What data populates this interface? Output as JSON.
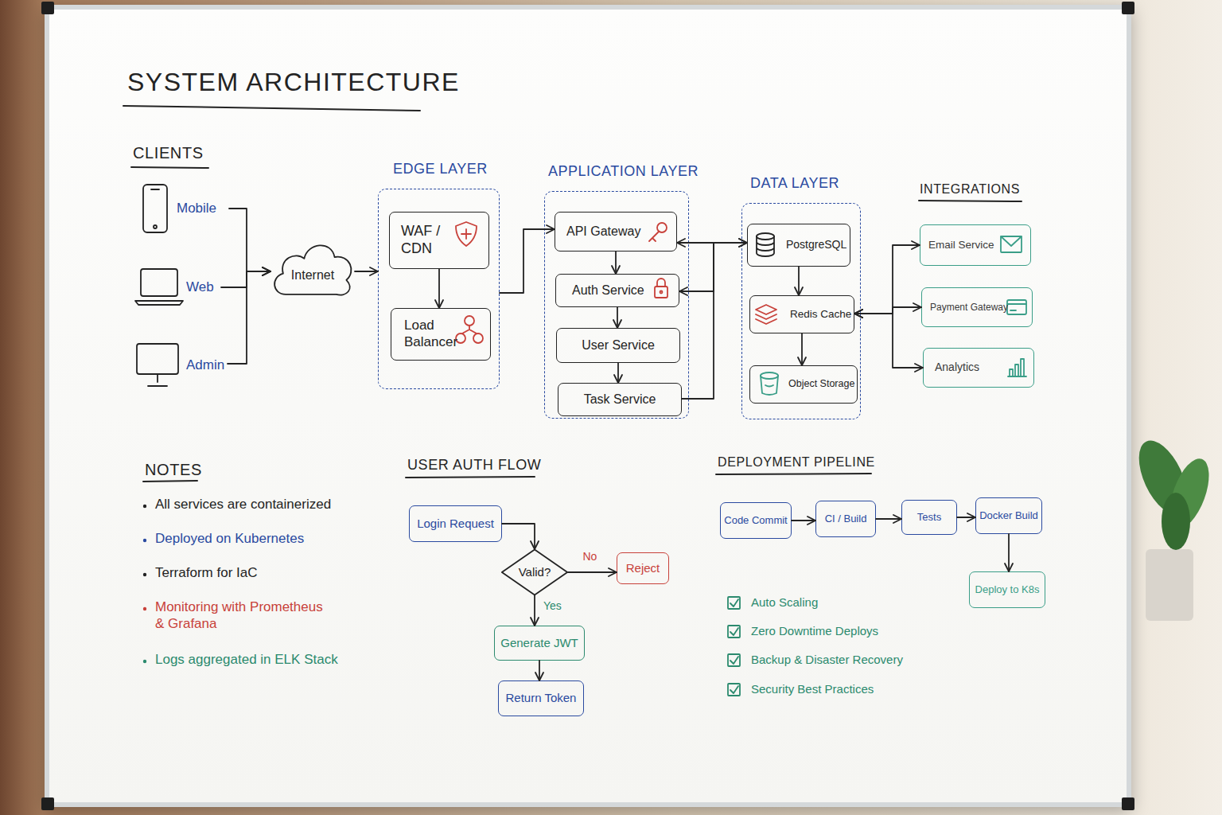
{
  "diagram": {
    "title": "SYSTEM ARCHITECTURE",
    "nodes": [
      {
        "text": [
          "Mobile"
        ]
      },
      {
        "text": [
          "Web"
        ]
      },
      {
        "text": [
          "Admin"
        ]
      },
      {
        "text": [
          "Internet"
        ]
      },
      {
        "text": [
          "EDGE LAYER"
        ]
      },
      {
        "text": [
          "WAF / CDN"
        ],
        "in": 4
      },
      {
        "text": [
          "Load Balancer"
        ],
        "in": 4
      },
      {
        "text": [
          "APPLICATION LAYER"
        ]
      },
      {
        "text": [
          "API Gateway"
        ],
        "in": 7
      },
      {
        "text": [
          "Auth Service"
        ],
        "in": 7
      },
      {
        "text": [
          "User Service"
        ],
        "in": 7
      },
      {
        "text": [
          "Task Service"
        ],
        "in": 7
      },
      {
        "text": [
          "DATA LAYER"
        ]
      },
      {
        "text": [
          "PostgreSQL"
        ],
        "in": 12
      },
      {
        "text": [
          "Redis Cache"
        ],
        "in": 12
      },
      {
        "text": [
          "Object Storage"
        ],
        "in": 12
      },
      {
        "text": [
          "Email Service"
        ]
      },
      {
        "text": [
          "Payment Gateway"
        ]
      },
      {
        "text": [
          "Analytics"
        ]
      },
      {
        "text": [
          "Login Request"
        ]
      },
      {
        "text": [
          "Valid?"
        ]
      },
      {
        "text": [
          "Reject"
        ]
      },
      {
        "text": [
          "Generate JWT"
        ]
      },
      {
        "text": [
          "Return Token"
        ]
      },
      {
        "text": [
          "Code Commit"
        ]
      },
      {
        "text": [
          "CI / Build"
        ]
      },
      {
        "text": [
          "Tests"
        ]
      },
      {
        "text": [
          "Docker Build"
        ]
      },
      {
        "text": [
          "Deploy to K8s"
        ]
      }
    ],
    "edges": [
      {
        "from": 0,
        "to": 3,
        "arrow": "to"
      },
      {
        "from": 1,
        "to": 3,
        "arrow": "to"
      },
      {
        "from": 2,
        "to": 3,
        "arrow": "to"
      },
      {
        "from": 3,
        "to": 4,
        "arrow": "to"
      },
      {
        "from": 5,
        "to": 6,
        "arrow": "to"
      },
      {
        "from": 4,
        "to": 8,
        "arrow": "to"
      },
      {
        "from": 8,
        "to": 9,
        "arrow": "to"
      },
      {
        "from": 9,
        "to": 10,
        "arrow": "to"
      },
      {
        "from": 10,
        "to": 11,
        "arrow": "to"
      },
      {
        "from": 8,
        "to": 13,
        "arrow": "both"
      },
      {
        "from": 13,
        "to": 9,
        "arrow": "to"
      },
      {
        "from": 11,
        "to": 13,
        "arrow": "to"
      },
      {
        "from": 13,
        "to": 14,
        "arrow": "to"
      },
      {
        "from": 14,
        "to": 15,
        "arrow": "to"
      },
      {
        "from": 14,
        "to": 16,
        "arrow": "both"
      },
      {
        "from": 14,
        "to": 17,
        "arrow": "both"
      },
      {
        "from": 14,
        "to": 18,
        "arrow": "both"
      },
      {
        "from": 19,
        "to": 20,
        "arrow": "to"
      },
      {
        "from": 20,
        "to": 21,
        "label": "No",
        "arrow": "to"
      },
      {
        "from": 20,
        "to": 22,
        "label": "Yes",
        "arrow": "to"
      },
      {
        "from": 22,
        "to": 23,
        "arrow": "to"
      },
      {
        "from": 24,
        "to": 25,
        "arrow": "to"
      },
      {
        "from": 25,
        "to": 26,
        "arrow": "to"
      },
      {
        "from": 26,
        "to": 27,
        "arrow": "to"
      },
      {
        "from": 27,
        "to": 28,
        "arrow": "to"
      }
    ],
    "labels": [
      "CLIENTS",
      "INTEGRATIONS",
      "NOTES",
      "All services are containerized",
      "Deployed on Kubernetes",
      "Terraform for IaC",
      "Monitoring with Prometheus & Grafana",
      "Logs aggregated in ELK Stack",
      "USER AUTH FLOW",
      "DEPLOYMENT PIPELINE",
      "Auto Scaling",
      "Zero Downtime Deploys",
      "Backup & Disaster Recovery",
      "Security Best Practices"
    ]
  }
}
